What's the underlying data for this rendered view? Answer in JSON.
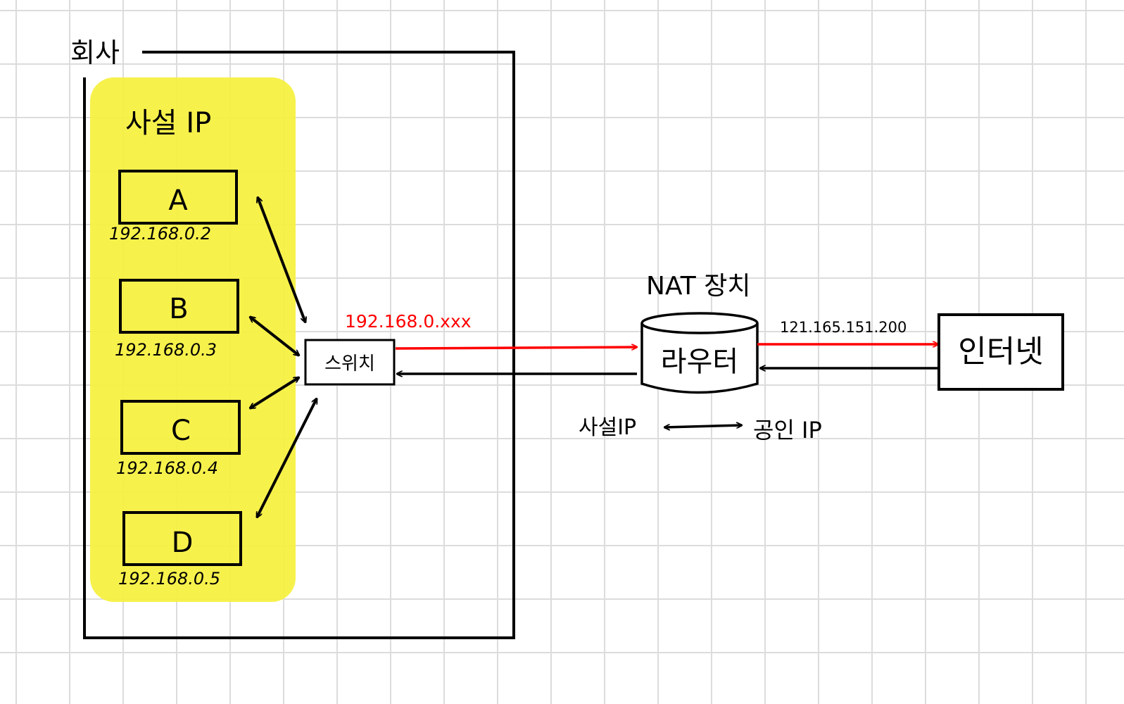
{
  "company": {
    "label": "회사"
  },
  "private_zone": {
    "label": "사설 IP"
  },
  "hosts": [
    {
      "name": "A",
      "ip": "192.168.0.2"
    },
    {
      "name": "B",
      "ip": "192.168.0.3"
    },
    {
      "name": "C",
      "ip": "192.168.0.4"
    },
    {
      "name": "D",
      "ip": "192.168.0.5"
    }
  ],
  "switch": {
    "label": "스위치",
    "out_ip": "192.168.0.xxx"
  },
  "nat": {
    "title": "NAT 장치",
    "router_label": "라우터",
    "public_ip": "121.165.151.200"
  },
  "internet": {
    "label": "인터넷"
  },
  "mapping": {
    "left": "사설IP",
    "right": "공인 IP"
  },
  "colors": {
    "highlight": "#f6f03d",
    "red_link": "#ff0000",
    "line": "#000000"
  }
}
